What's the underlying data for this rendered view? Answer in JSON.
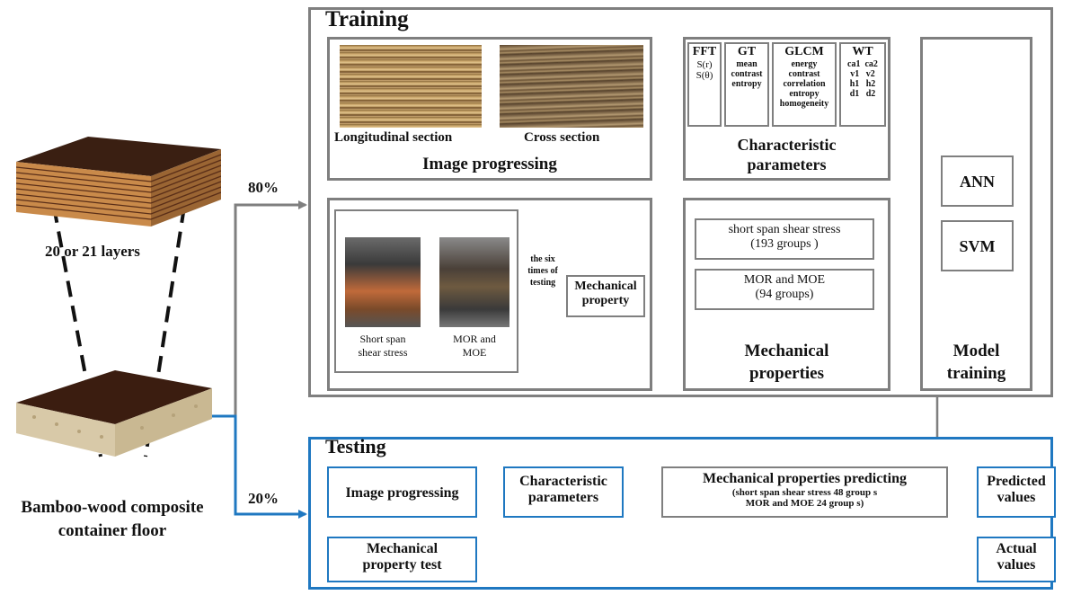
{
  "left": {
    "layers_label": "20 or 21 layers",
    "floor_label_line1": "Bamboo-wood composite",
    "floor_label_line2": "container floor"
  },
  "split": {
    "train_pct": "80%",
    "test_pct": "20%"
  },
  "training": {
    "title": "Training",
    "image_progressing": {
      "longitudinal": "Longitudinal section",
      "cross": "Cross section",
      "title": "Image progressing"
    },
    "characteristic": {
      "fft": {
        "title": "FFT",
        "l1": "S(r)",
        "l2": "S(θ)"
      },
      "gt": {
        "title": "GT",
        "l1": "mean",
        "l2": "contrast",
        "l3": "entropy"
      },
      "glcm": {
        "title": "GLCM",
        "l1": "energy",
        "l2": "contrast",
        "l3": "correlation",
        "l4": "entropy",
        "l5": "homogeneity"
      },
      "wt": {
        "title": "WT",
        "l1": "ca1  ca2",
        "l2": "v1   v2",
        "l3": "h1   h2",
        "l4": "d1   d2"
      },
      "title_line1": "Characteristic",
      "title_line2": "parameters"
    },
    "mech_test": {
      "photo1_l1": "Short span",
      "photo1_l2": "shear stress",
      "photo2_l1": "MOR and",
      "photo2_l2": "MOE",
      "arrow_l1": "the six",
      "arrow_l2": "times of",
      "arrow_l3": "testing",
      "prop_l1": "Mechanical",
      "prop_l2": "property"
    },
    "mech_props": {
      "box1_l1": "short span shear stress",
      "box1_l2": "(193 groups )",
      "box2_l1": "MOR and MOE",
      "box2_l2": "(94 groups)",
      "title_l1": "Mechanical",
      "title_l2": "properties"
    },
    "model": {
      "ann": "ANN",
      "svm": "SVM",
      "title_l1": "Model",
      "title_l2": "training"
    }
  },
  "testing": {
    "title": "Testing",
    "image_progressing": "Image progressing",
    "char_l1": "Characteristic",
    "char_l2": "parameters",
    "predict_title": "Mechanical properties predicting",
    "predict_l1": "(short span shear stress 48 group s",
    "predict_l2": "MOR and MOE 24 group s)",
    "predicted_l1": "Predicted",
    "predicted_l2": "values",
    "mech_test_l1": "Mechanical",
    "mech_test_l2": "property test",
    "actual_l1": "Actual",
    "actual_l2": "values"
  },
  "colors": {
    "gray": "#7f7f7f",
    "blue": "#1f78c1"
  }
}
